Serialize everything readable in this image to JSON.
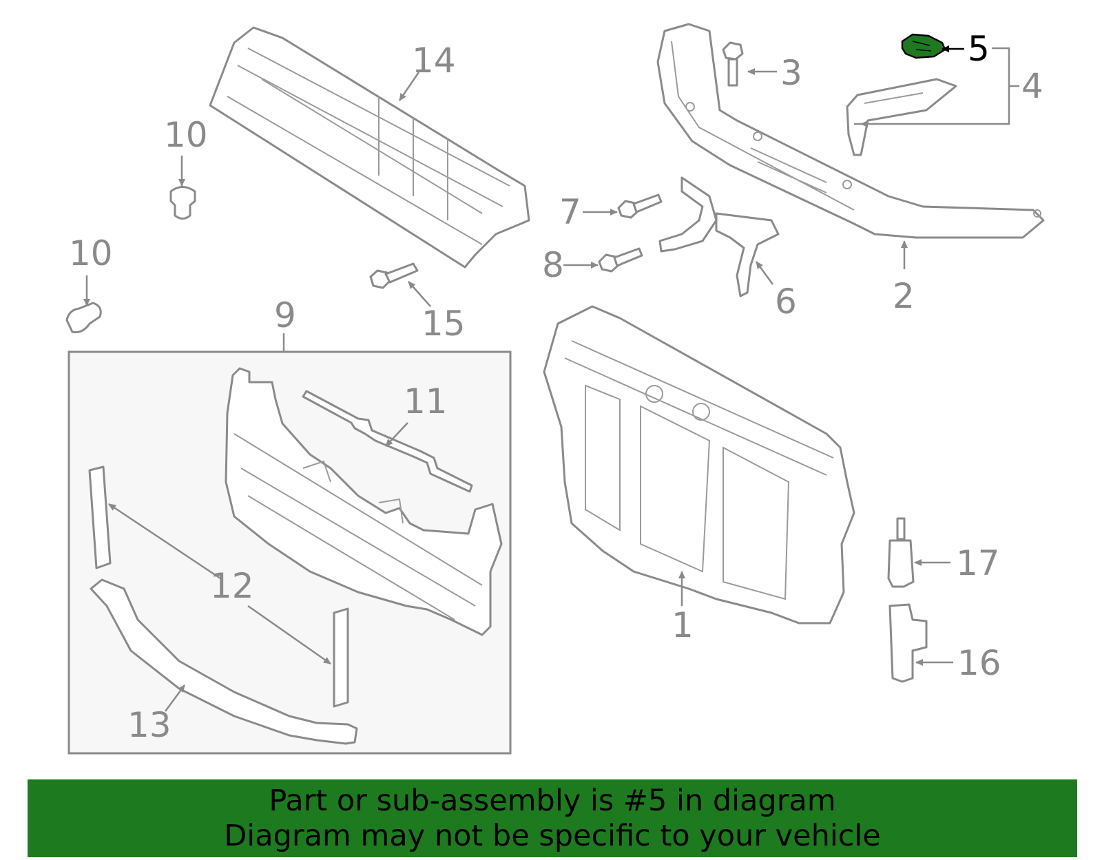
{
  "diagram": {
    "callouts": [
      {
        "id": "1",
        "label": "1"
      },
      {
        "id": "2",
        "label": "2"
      },
      {
        "id": "3",
        "label": "3"
      },
      {
        "id": "4",
        "label": "4"
      },
      {
        "id": "5",
        "label": "5",
        "highlighted": true
      },
      {
        "id": "6",
        "label": "6"
      },
      {
        "id": "7",
        "label": "7"
      },
      {
        "id": "8",
        "label": "8"
      },
      {
        "id": "9",
        "label": "9"
      },
      {
        "id": "10a",
        "label": "10"
      },
      {
        "id": "10b",
        "label": "10"
      },
      {
        "id": "11",
        "label": "11"
      },
      {
        "id": "12",
        "label": "12"
      },
      {
        "id": "13",
        "label": "13"
      },
      {
        "id": "14",
        "label": "14"
      },
      {
        "id": "15",
        "label": "15"
      },
      {
        "id": "16",
        "label": "16"
      },
      {
        "id": "17",
        "label": "17"
      }
    ],
    "colors": {
      "line": "#8a8a8a",
      "highlight_part": "#1f7a1f",
      "banner": "#1e7a1e",
      "subassembly_box": "#f7f7f7"
    }
  },
  "banner": {
    "line1": "Part or sub-assembly is #5 in diagram",
    "line2": "Diagram may not be specific to your vehicle"
  }
}
